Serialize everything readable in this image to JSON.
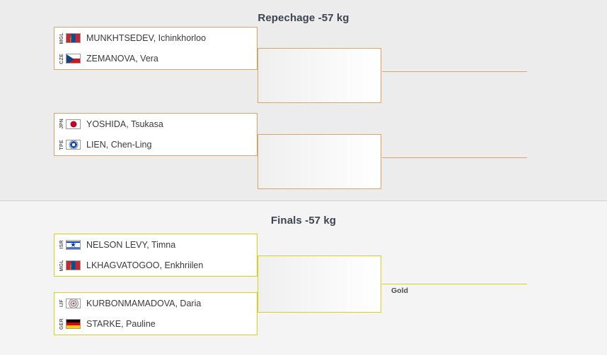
{
  "sections": [
    {
      "key": "repechage",
      "title": "Repechage -57 kg",
      "accent_color": "#d9a36a",
      "background": "#ececec",
      "matches": [
        {
          "competitors": [
            {
              "country": "MGL",
              "flag": "flag-mongolia",
              "name": "MUNKHTSEDEV, Ichinkhorloo"
            },
            {
              "country": "CZE",
              "flag": "flag-czechia",
              "name": "ZEMANOVA, Vera"
            }
          ]
        },
        {
          "competitors": [
            {
              "country": "JPN",
              "flag": "flag-japan",
              "name": "YOSHIDA, Tsukasa"
            },
            {
              "country": "TPE",
              "flag": "flag-chinese-taipei",
              "name": "LIEN, Chen-Ling"
            }
          ]
        }
      ],
      "medal_label": ""
    },
    {
      "key": "finals",
      "title": "Finals -57 kg",
      "accent_color": "#d8d01f",
      "background": "#f4f4f4",
      "matches": [
        {
          "competitors": [
            {
              "country": "ISR",
              "flag": "flag-israel",
              "name": "NELSON LEVY, Timna"
            },
            {
              "country": "MGL",
              "flag": "flag-mongolia",
              "name": "LKHAGVATOGOO, Enkhriilen"
            }
          ]
        },
        {
          "competitors": [
            {
              "country": "IJF",
              "flag": "flag-ijf",
              "name": "KURBONMAMADOVA, Daria"
            },
            {
              "country": "GER",
              "flag": "flag-germany",
              "name": "STARKE, Pauline"
            }
          ]
        }
      ],
      "medal_label": "Gold"
    }
  ]
}
